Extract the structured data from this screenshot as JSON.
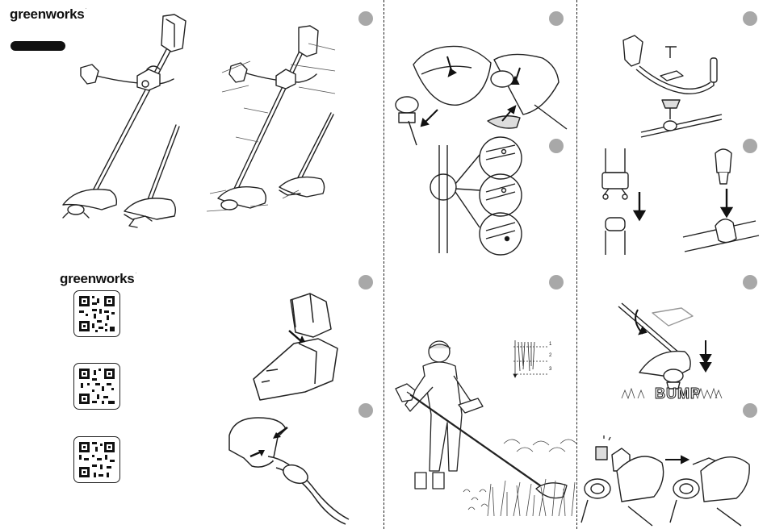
{
  "brand": {
    "logo_top": "greenworks",
    "logo_qr": "greenworks",
    "tm": "·"
  },
  "bump_text": "BUMP",
  "height_scale": {
    "labels": [
      "1",
      "2",
      "3"
    ]
  },
  "colors": {
    "step_badge": "#a8a8a8",
    "ink": "#111111"
  }
}
